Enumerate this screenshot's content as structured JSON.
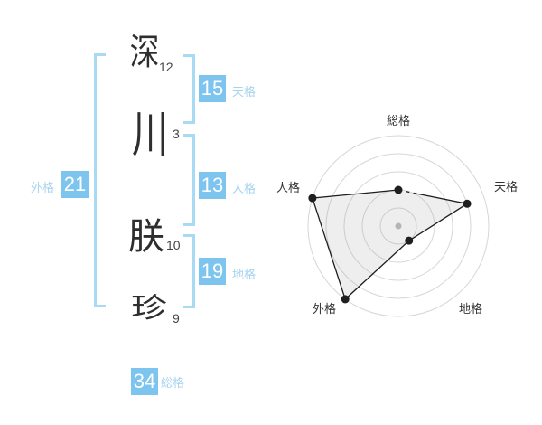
{
  "name_analysis": {
    "characters": [
      {
        "char": "深",
        "strokes": "12"
      },
      {
        "char": "川",
        "strokes": "3"
      },
      {
        "char": "朕",
        "strokes": "10"
      },
      {
        "char": "珍",
        "strokes": "9"
      }
    ],
    "categories": {
      "tenkaku": {
        "value": "15",
        "label": "天格"
      },
      "jinkaku": {
        "value": "13",
        "label": "人格"
      },
      "chikaku": {
        "value": "19",
        "label": "地格"
      },
      "gaikaku": {
        "value": "21",
        "label": "外格"
      },
      "soukaku": {
        "value": "34",
        "label": "総格"
      }
    }
  },
  "colors": {
    "badge_bg": "#7dc4ef",
    "label_text": "#a6d4f0",
    "bracket": "#a9daf4",
    "stroke_count_text": "#444444",
    "chart_ring": "#d6d6d6",
    "chart_line": "#1f1f1f",
    "chart_fill": "rgba(160,160,160,0.18)",
    "chart_center_dot": "#b5b5b5",
    "chart_label": "#333333"
  },
  "chart_data": {
    "type": "radar",
    "axes": [
      "総格",
      "天格",
      "地格",
      "外格",
      "人格"
    ],
    "values": [
      2,
      4,
      1,
      5,
      5
    ],
    "max": 5,
    "rings": 5
  }
}
